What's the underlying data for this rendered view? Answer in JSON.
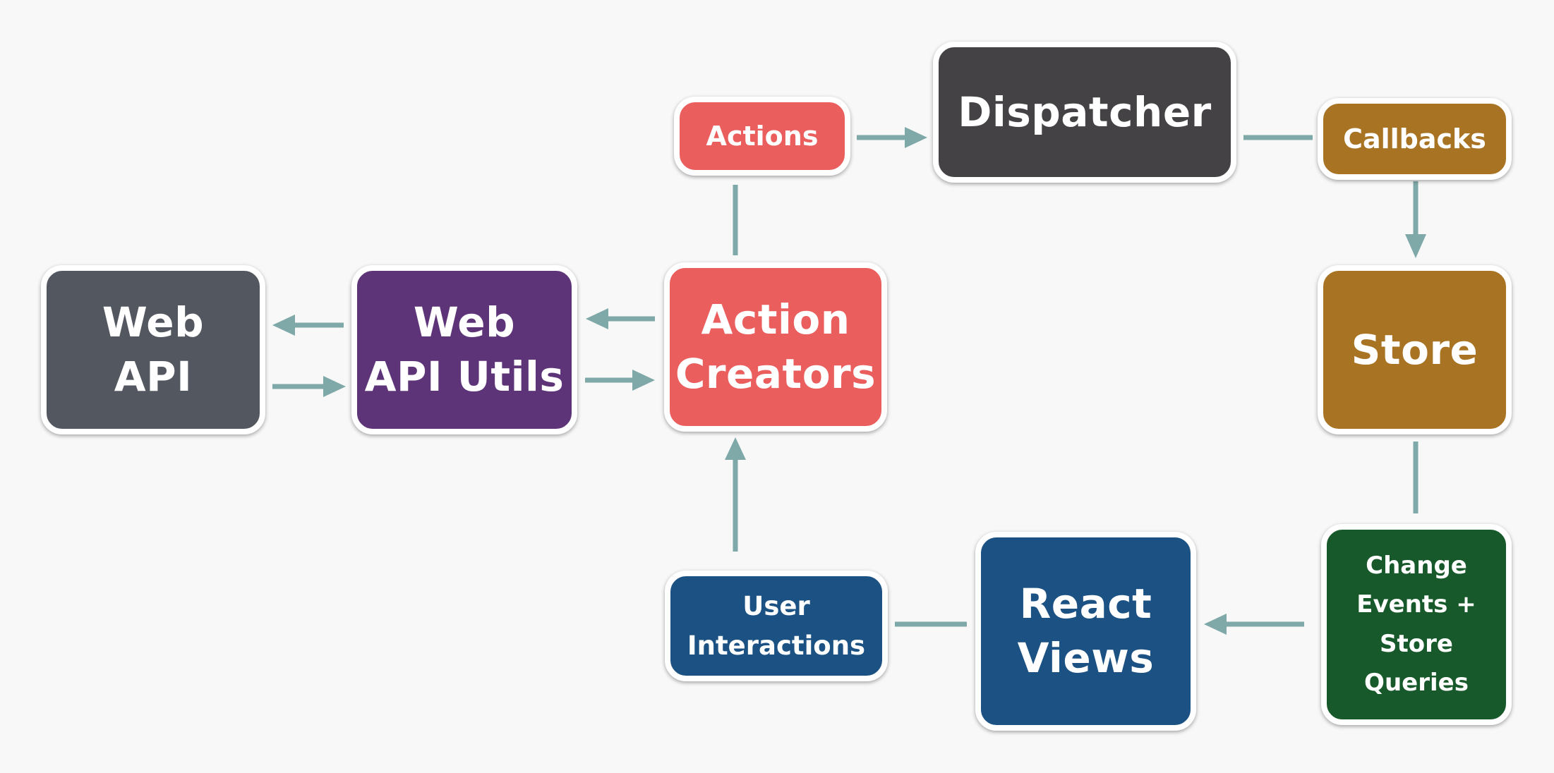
{
  "diagram": {
    "nodes": {
      "web_api": "Web\nAPI",
      "web_api_utils": "Web\nAPI Utils",
      "action_creators": "Action\nCreators",
      "actions": "Actions",
      "dispatcher": "Dispatcher",
      "callbacks": "Callbacks",
      "store": "Store",
      "change_events": "Change\nEvents +\nStore\nQueries",
      "react_views": "React\nViews",
      "user_interactions": "User\nInteractions"
    },
    "colors": {
      "web_api": "#535860",
      "web_api_utils": "#5e3478",
      "action": "#eb5e5e",
      "dispatcher": "#444244",
      "store": "#a87423",
      "change_events": "#17592a",
      "react": "#1b5183",
      "connector": "#7fa8a8",
      "background": "#f8f8f8"
    }
  }
}
